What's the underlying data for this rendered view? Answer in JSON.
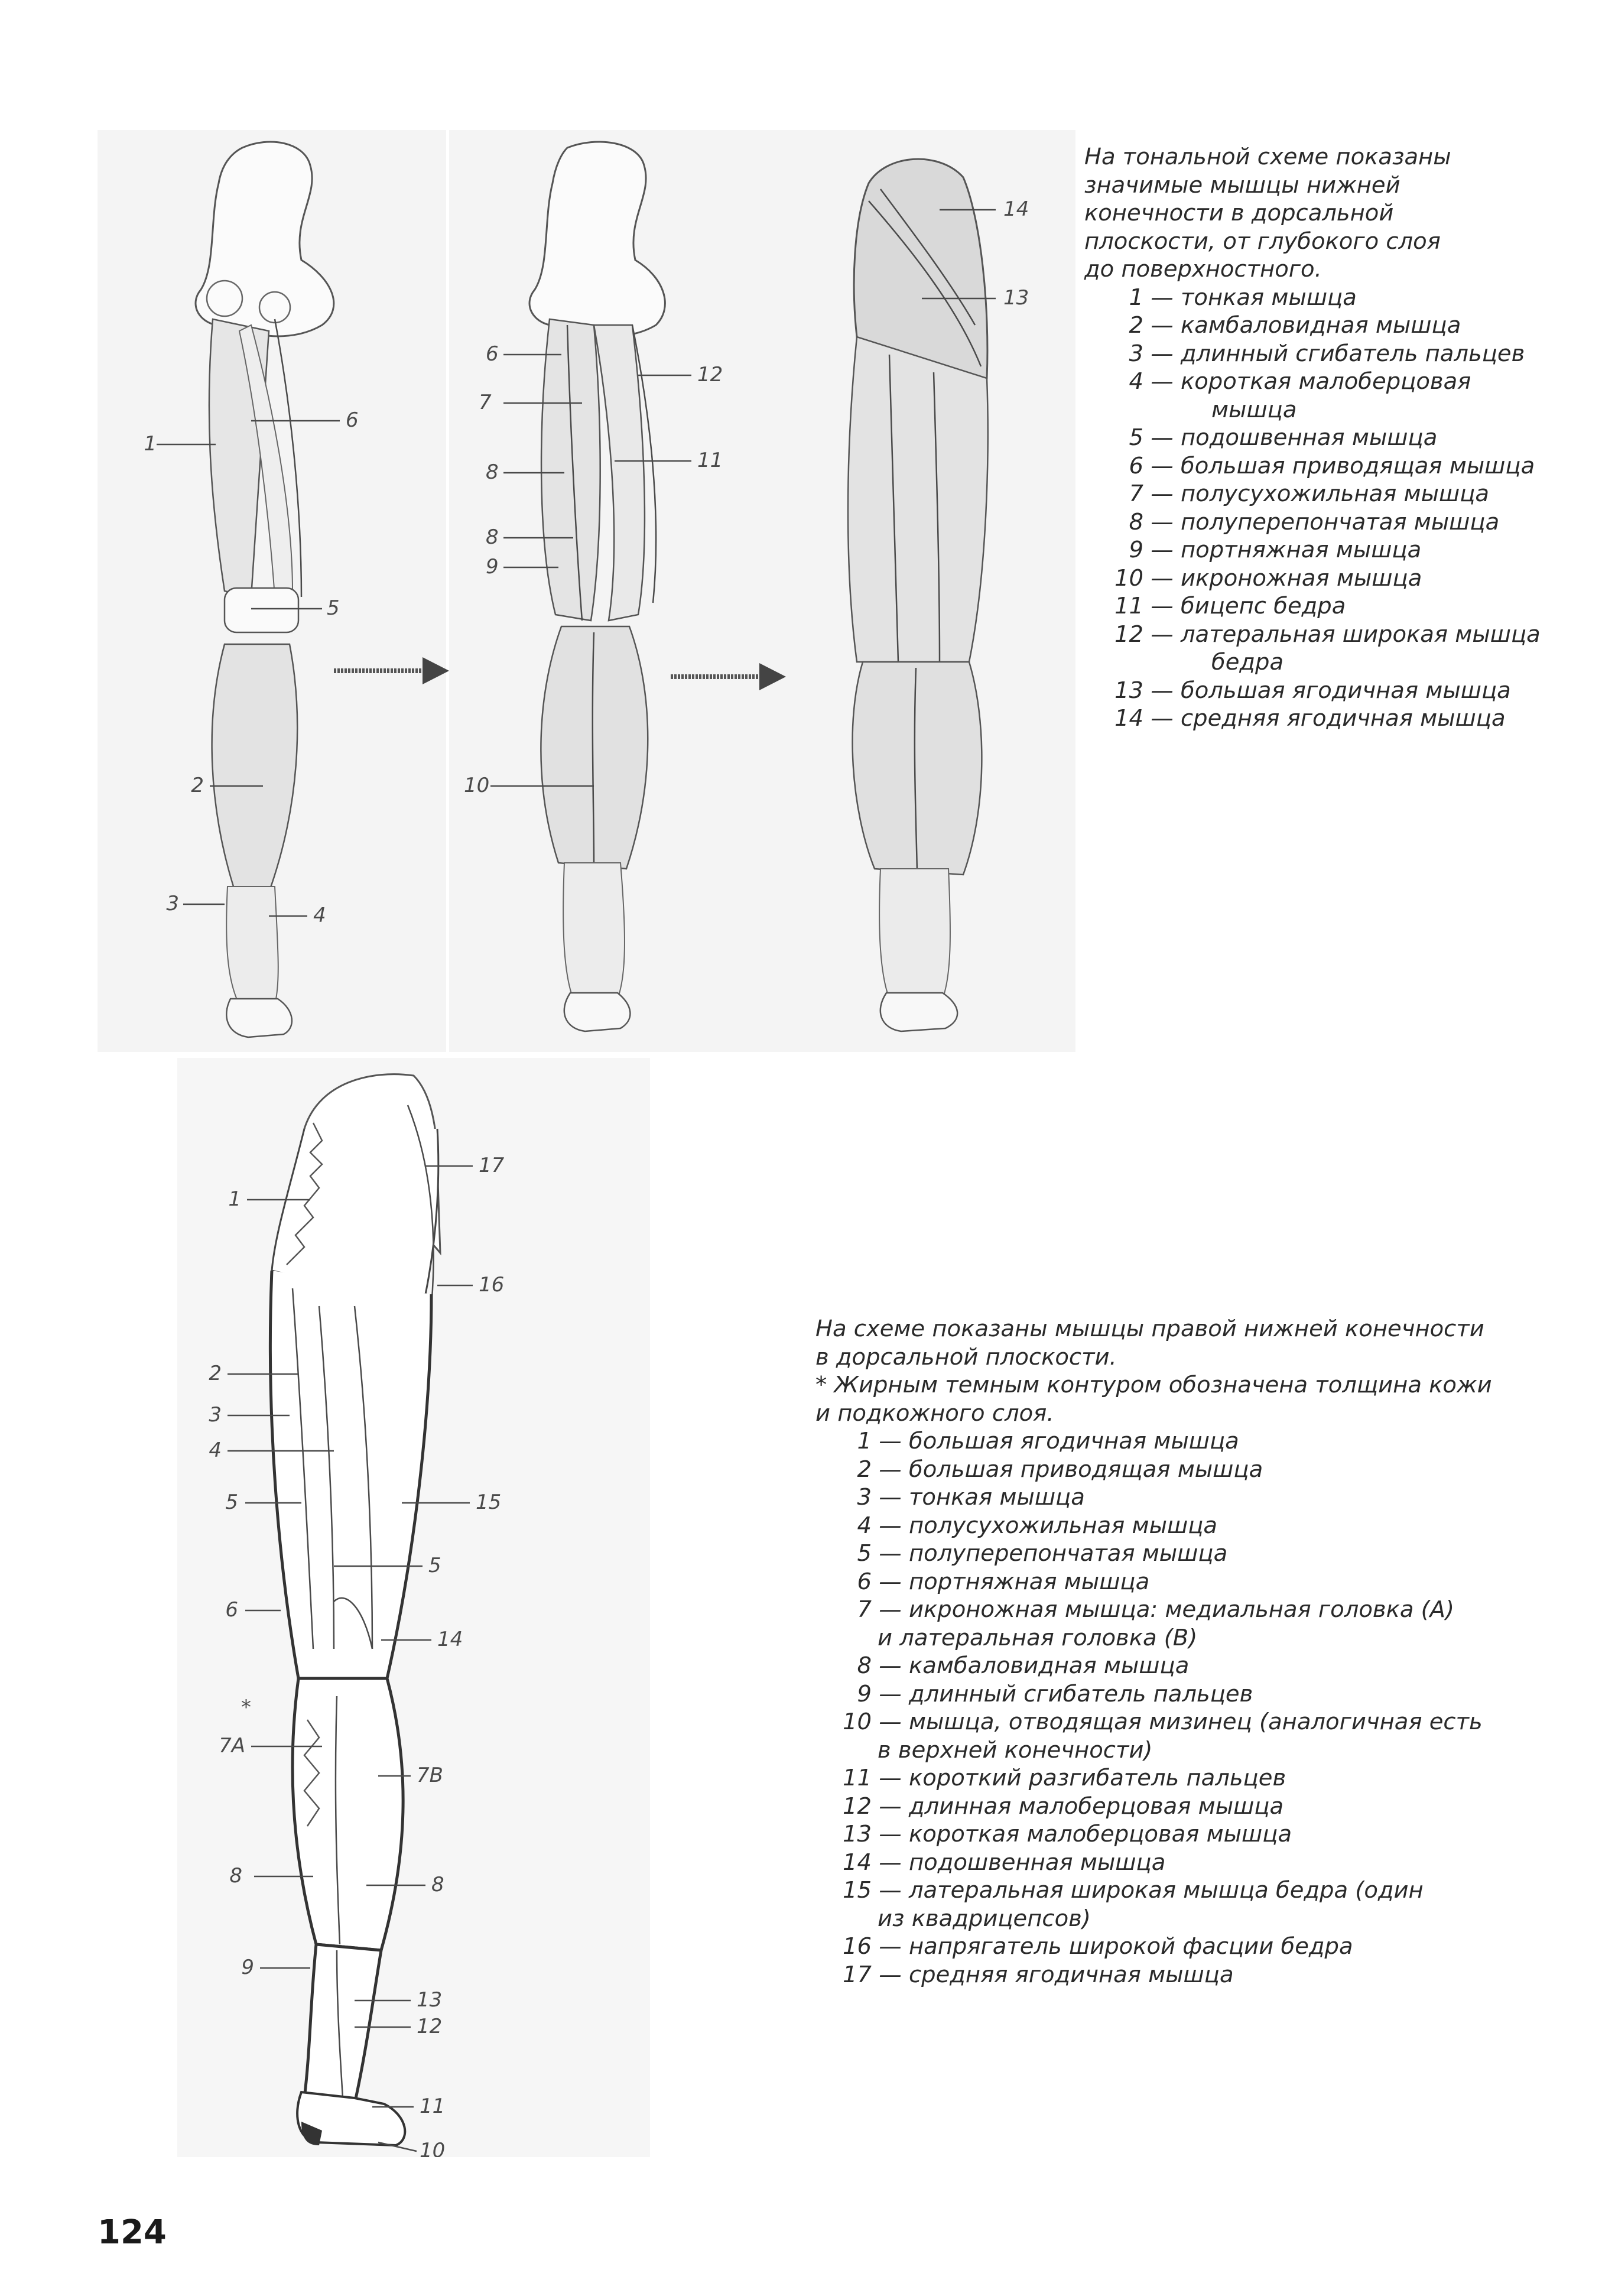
{
  "top_figure": {
    "panel_a": {
      "labels": [
        "1",
        "6",
        "5",
        "2",
        "3",
        "4"
      ]
    },
    "panel_b": {
      "labels": [
        "6",
        "7",
        "8",
        "8",
        "9",
        "10",
        "12",
        "11"
      ]
    },
    "panel_c": {
      "labels": [
        "14",
        "13"
      ]
    }
  },
  "caption_top": {
    "intro": [
      "На тональной схеме показаны",
      "значимые мышцы нижней",
      "конечности в дорсальной",
      "плоскости, от глубокого слоя",
      "до поверхностного."
    ],
    "items": [
      {
        "n": "1",
        "text": "тонкая мышца"
      },
      {
        "n": "2",
        "text": "камбаловидная мышца"
      },
      {
        "n": "3",
        "text": "длинный сгибатель пальцев"
      },
      {
        "n": "4",
        "text": "короткая малоберцовая",
        "cont": "мышца"
      },
      {
        "n": "5",
        "text": "подошвенная мышца"
      },
      {
        "n": "6",
        "text": "большая приводящая мышца"
      },
      {
        "n": "7",
        "text": "полусухожильная мышца"
      },
      {
        "n": "8",
        "text": "полуперепончатая мышца"
      },
      {
        "n": "9",
        "text": "портняжная мышца"
      },
      {
        "n": "10",
        "text": "икроножная мышца"
      },
      {
        "n": "11",
        "text": "бицепс бедра"
      },
      {
        "n": "12",
        "text": "латеральная широкая мышца",
        "cont": "бедра"
      },
      {
        "n": "13",
        "text": "большая ягодичная мышца"
      },
      {
        "n": "14",
        "text": "средняя ягодичная мышца"
      }
    ]
  },
  "bottom_figure": {
    "labels": [
      "1",
      "17",
      "16",
      "2",
      "3",
      "4",
      "15",
      "5",
      "5",
      "6",
      "14",
      "*",
      "7А",
      "7В",
      "8",
      "8",
      "9",
      "13",
      "12",
      "11",
      "10"
    ]
  },
  "caption_bottom": {
    "intro": [
      "На схеме показаны мышцы правой нижней конечности",
      "в дорсальной плоскости.",
      "* Жирным темным контуром обозначена толщина кожи",
      "и подкожного слоя."
    ],
    "items": [
      {
        "n": "1",
        "text": "большая ягодичная мышца"
      },
      {
        "n": "2",
        "text": "большая приводящая мышца"
      },
      {
        "n": "3",
        "text": "тонкая мышца"
      },
      {
        "n": "4",
        "text": "полусухожильная мышца"
      },
      {
        "n": "5",
        "text": "полуперепончатая мышца"
      },
      {
        "n": "6",
        "text": "портняжная мышца"
      },
      {
        "n": "7",
        "text": "икроножная мышца: медиальная головка (А)",
        "cont": "и латеральная головка (В)"
      },
      {
        "n": "8",
        "text": "камбаловидная мышца"
      },
      {
        "n": "9",
        "text": "длинный сгибатель пальцев"
      },
      {
        "n": "10",
        "text": "мышца, отводящая мизинец (аналогичная есть",
        "cont": "в верхней конечности)"
      },
      {
        "n": "11",
        "text": "короткий разгибатель пальцев"
      },
      {
        "n": "12",
        "text": "длинная малоберцовая мышца"
      },
      {
        "n": "13",
        "text": "короткая малоберцовая мышца"
      },
      {
        "n": "14",
        "text": "подошвенная мышца"
      },
      {
        "n": "15",
        "text": "латеральная широкая мышца бедра (один",
        "cont": "из квадрицепсов)"
      },
      {
        "n": "16",
        "text": "напрягатель широкой фасции бедра"
      },
      {
        "n": "17",
        "text": "средняя ягодичная мышца"
      }
    ]
  },
  "page_number": "124"
}
